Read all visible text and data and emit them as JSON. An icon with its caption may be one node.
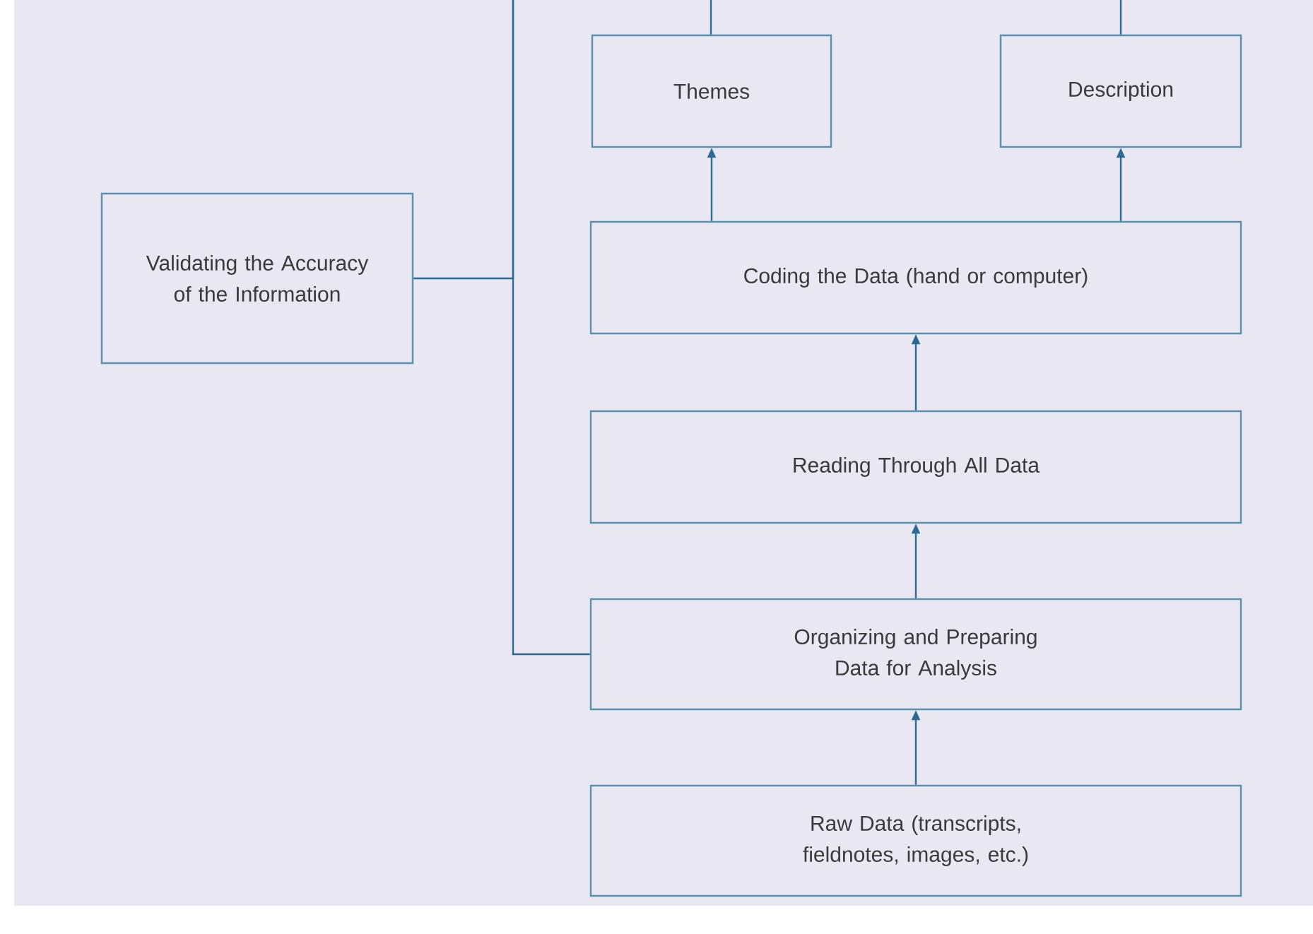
{
  "diagram": {
    "nodes": [
      {
        "text": [
          "Themes"
        ]
      },
      {
        "text": [
          "Description"
        ]
      },
      {
        "text": [
          "Validating the Accuracy of the Information"
        ]
      },
      {
        "text": [
          "Coding the Data (hand or computer)"
        ]
      },
      {
        "text": [
          "Reading Through All Data"
        ]
      },
      {
        "text": [
          "Organizing and Preparing Data for Analysis"
        ]
      },
      {
        "text": [
          "Raw Data (transcripts, fieldnotes, images, etc.)"
        ]
      }
    ],
    "edges": [
      {
        "from": 6,
        "to": 5,
        "arrow": "to"
      },
      {
        "from": 5,
        "to": 4,
        "arrow": "to"
      },
      {
        "from": 4,
        "to": 3,
        "arrow": "to"
      },
      {
        "from": 3,
        "to": 0,
        "arrow": "to"
      },
      {
        "from": 3,
        "to": 1,
        "arrow": "to"
      },
      {
        "from": 0,
        "to": null,
        "arrow": "none"
      },
      {
        "from": 1,
        "to": null,
        "arrow": "none"
      },
      {
        "from": 2,
        "to": null,
        "arrow": "none"
      },
      {
        "from": 5,
        "to": null,
        "arrow": "none"
      }
    ]
  }
}
